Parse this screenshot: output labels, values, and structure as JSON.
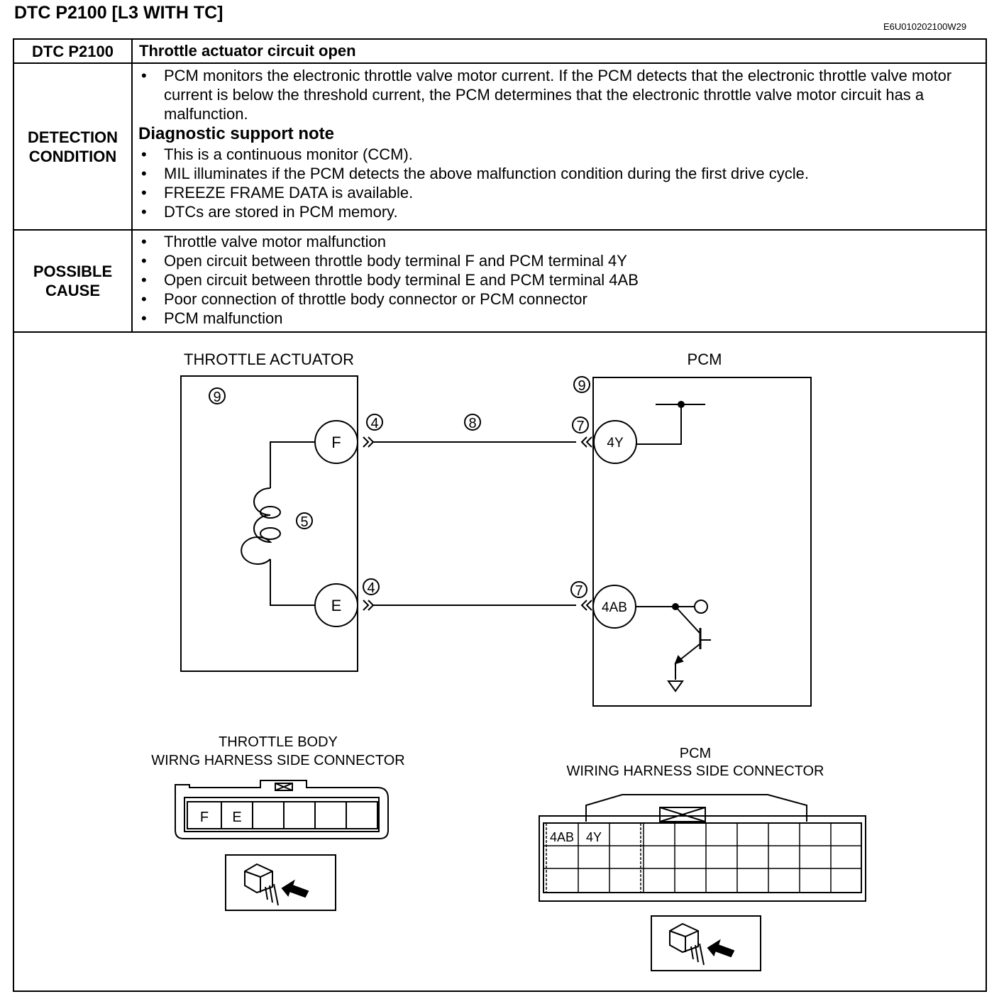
{
  "page": {
    "title": "DTC P2100 [L3 WITH TC]",
    "doc_code": "E6U010202100W29"
  },
  "table": {
    "header": {
      "label": "DTC P2100",
      "value": "Throttle actuator circuit open"
    },
    "detection": {
      "label_line1": "DETECTION",
      "label_line2": "CONDITION",
      "items": [
        "PCM monitors the electronic throttle valve motor current. If the PCM detects that the electronic throttle valve motor current is below the threshold current, the PCM determines that the electronic throttle valve motor circuit has a malfunction."
      ],
      "support_heading": "Diagnostic support note",
      "support_items": [
        "This is a continuous monitor (CCM).",
        "MIL illuminates if the PCM detects the above malfunction condition during the first drive cycle.",
        "FREEZE FRAME DATA is available.",
        "DTCs are stored in PCM memory."
      ]
    },
    "cause": {
      "label_line1": "POSSIBLE",
      "label_line2": "CAUSE",
      "items": [
        "Throttle valve motor malfunction",
        "Open circuit between throttle body terminal F and PCM terminal 4Y",
        "Open circuit between throttle body terminal E and PCM terminal 4AB",
        "Poor connection of throttle body connector or PCM connector",
        "PCM malfunction"
      ]
    }
  },
  "diagram": {
    "left_block_label": "THROTTLE ACTUATOR",
    "right_block_label": "PCM",
    "terminal_f": "F",
    "terminal_e": "E",
    "terminal_4y": "4Y",
    "terminal_4ab": "4AB",
    "callout_9": "9",
    "callout_4": "4",
    "callout_5": "5",
    "callout_7": "7",
    "callout_8": "8"
  },
  "connectors": {
    "throttle_line1": "THROTTLE BODY",
    "throttle_line2": "WIRNG HARNESS SIDE CONNECTOR",
    "throttle_pins": [
      "F",
      "E"
    ],
    "pcm_line1": "PCM",
    "pcm_line2": "WIRING HARNESS SIDE CONNECTOR",
    "pcm_pins": [
      "4AB",
      "4Y"
    ]
  }
}
